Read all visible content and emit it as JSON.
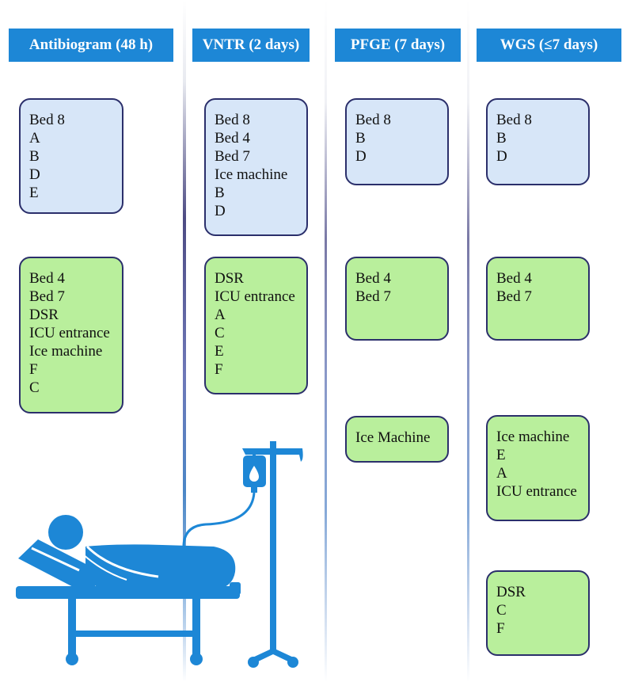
{
  "colors": {
    "header_bg": "#1d87d6",
    "blue_box": "#d7e6f8",
    "green_box": "#b9ef9c",
    "box_border": "#2b2f6b",
    "icon": "#1d87d6"
  },
  "columns": [
    {
      "header": "Antibiogram (48 h)",
      "boxes": [
        {
          "color": "blue",
          "items": [
            "Bed 8",
            "A",
            "B",
            "D",
            "E"
          ]
        },
        {
          "color": "green",
          "items": [
            "Bed 4",
            "Bed 7",
            "DSR",
            "ICU entrance",
            "Ice machine",
            "F",
            "C"
          ]
        }
      ]
    },
    {
      "header": "VNTR (2 days)",
      "boxes": [
        {
          "color": "blue",
          "items": [
            "Bed 8",
            "Bed 4",
            "Bed 7",
            "Ice machine",
            "B",
            "D"
          ]
        },
        {
          "color": "green",
          "items": [
            "DSR",
            "ICU entrance",
            "A",
            "C",
            "E",
            "F"
          ]
        }
      ]
    },
    {
      "header": "PFGE (7 days)",
      "boxes": [
        {
          "color": "blue",
          "items": [
            "Bed 8",
            "B",
            "D"
          ]
        },
        {
          "color": "green",
          "items": [
            "Bed 4",
            "Bed 7"
          ]
        },
        {
          "color": "green",
          "items": [
            "Ice Machine"
          ]
        }
      ]
    },
    {
      "header": "WGS (≤7 days)",
      "boxes": [
        {
          "color": "blue",
          "items": [
            "Bed 8",
            "B",
            "D"
          ]
        },
        {
          "color": "green",
          "items": [
            "Bed 4",
            "Bed 7"
          ]
        },
        {
          "color": "green",
          "items": [
            "Ice machine",
            "E",
            "A",
            "ICU entrance"
          ]
        },
        {
          "color": "green",
          "items": [
            "DSR",
            "C",
            "F"
          ]
        }
      ]
    }
  ],
  "illustration": {
    "icon": "patient-bed-iv-icon"
  }
}
